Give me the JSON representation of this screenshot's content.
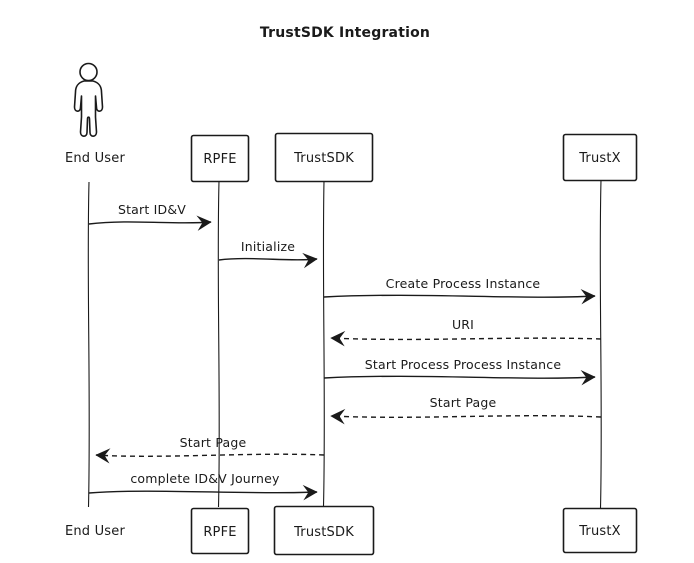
{
  "title": "TrustSDK Integration",
  "colors": {
    "stroke": "#1a1a1a",
    "background": "#ffffff"
  },
  "actors": {
    "end_user": {
      "label": "End User",
      "type": "person"
    },
    "rpfe": {
      "label": "RPFE",
      "type": "participant"
    },
    "trustsdk": {
      "label": "TrustSDK",
      "type": "participant"
    },
    "trustx": {
      "label": "TrustX",
      "type": "participant"
    }
  },
  "messages": [
    {
      "label": "Start ID&V",
      "from": "End User",
      "to": "RPFE",
      "line": "solid"
    },
    {
      "label": "Initialize",
      "from": "RPFE",
      "to": "TrustSDK",
      "line": "solid"
    },
    {
      "label": "Create Process Instance",
      "from": "TrustSDK",
      "to": "TrustX",
      "line": "solid"
    },
    {
      "label": "URI",
      "from": "TrustX",
      "to": "TrustSDK",
      "line": "dashed"
    },
    {
      "label": "Start Process Process Instance",
      "from": "TrustSDK",
      "to": "TrustX",
      "line": "solid"
    },
    {
      "label": "Start Page",
      "from": "TrustX",
      "to": "TrustSDK",
      "line": "dashed"
    },
    {
      "label": "Start Page",
      "from": "TrustSDK",
      "to": "End User",
      "line": "dashed"
    },
    {
      "label": "complete ID&V Journey",
      "from": "End User",
      "to": "TrustSDK",
      "line": "solid"
    }
  ]
}
